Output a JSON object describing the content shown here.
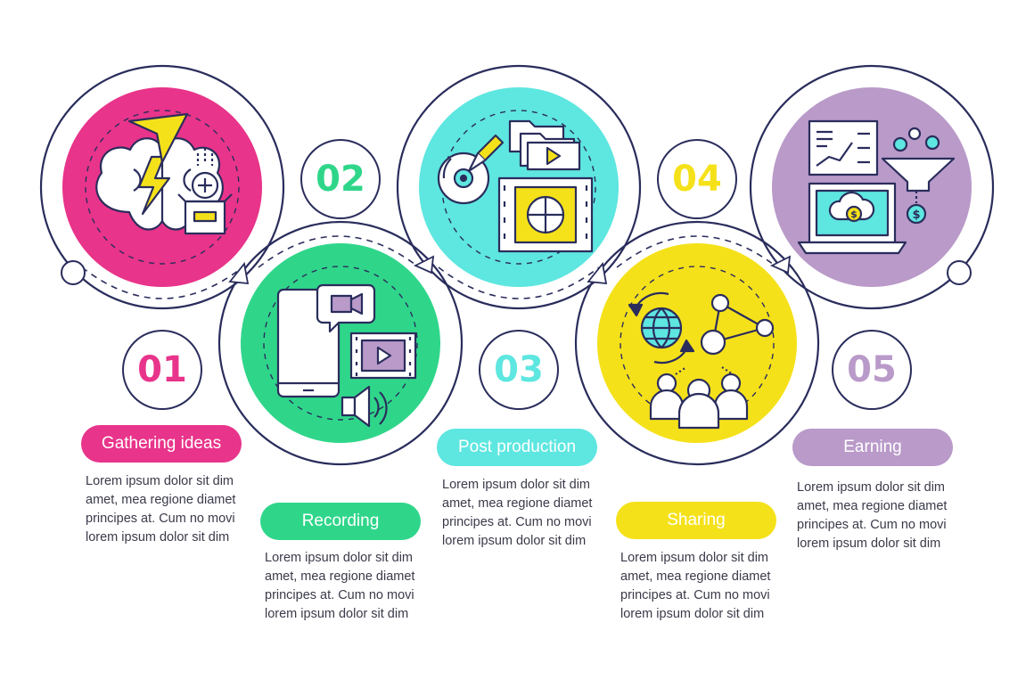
{
  "steps": [
    {
      "number": "01",
      "title": "Gathering ideas",
      "color": "#e8348a",
      "lines": [
        "Lorem ipsum dolor sit dim",
        "amet, mea regione diamet",
        "principes at. Cum no movi",
        "lorem ipsum dolor sit dim"
      ]
    },
    {
      "number": "02",
      "title": "Recording",
      "color": "#2fd68a",
      "lines": [
        "Lorem ipsum dolor sit dim",
        "amet, mea regione diamet",
        "principes at. Cum no movi",
        "lorem ipsum dolor sit dim"
      ]
    },
    {
      "number": "03",
      "title": "Post production",
      "color": "#5ee6e0",
      "lines": [
        "Lorem ipsum dolor sit dim",
        "amet, mea regione diamet",
        "principes at. Cum no movi",
        "lorem ipsum dolor sit dim"
      ]
    },
    {
      "number": "04",
      "title": "Sharing",
      "color": "#f5e11a",
      "lines": [
        "Lorem ipsum dolor sit dim",
        "amet, mea regione diamet",
        "principes at. Cum no movi",
        "lorem ipsum dolor sit dim"
      ]
    },
    {
      "number": "05",
      "title": "Earning",
      "color": "#b99ac9",
      "lines": [
        "Lorem ipsum dolor sit dim",
        "amet, mea regione diamet",
        "principes at. Cum no movi",
        "lorem ipsum dolor sit dim"
      ]
    }
  ],
  "icons": [
    "brain-idea-icon",
    "smartphone-video-icon",
    "film-editing-icon",
    "network-sharing-icon",
    "laptop-earning-icon"
  ],
  "colors": {
    "outline": "#2a2d5c",
    "pink": "#e8348a",
    "green": "#2fd68a",
    "cyan": "#5ee6e0",
    "yellow": "#f5e11a",
    "purple": "#b99ac9"
  }
}
